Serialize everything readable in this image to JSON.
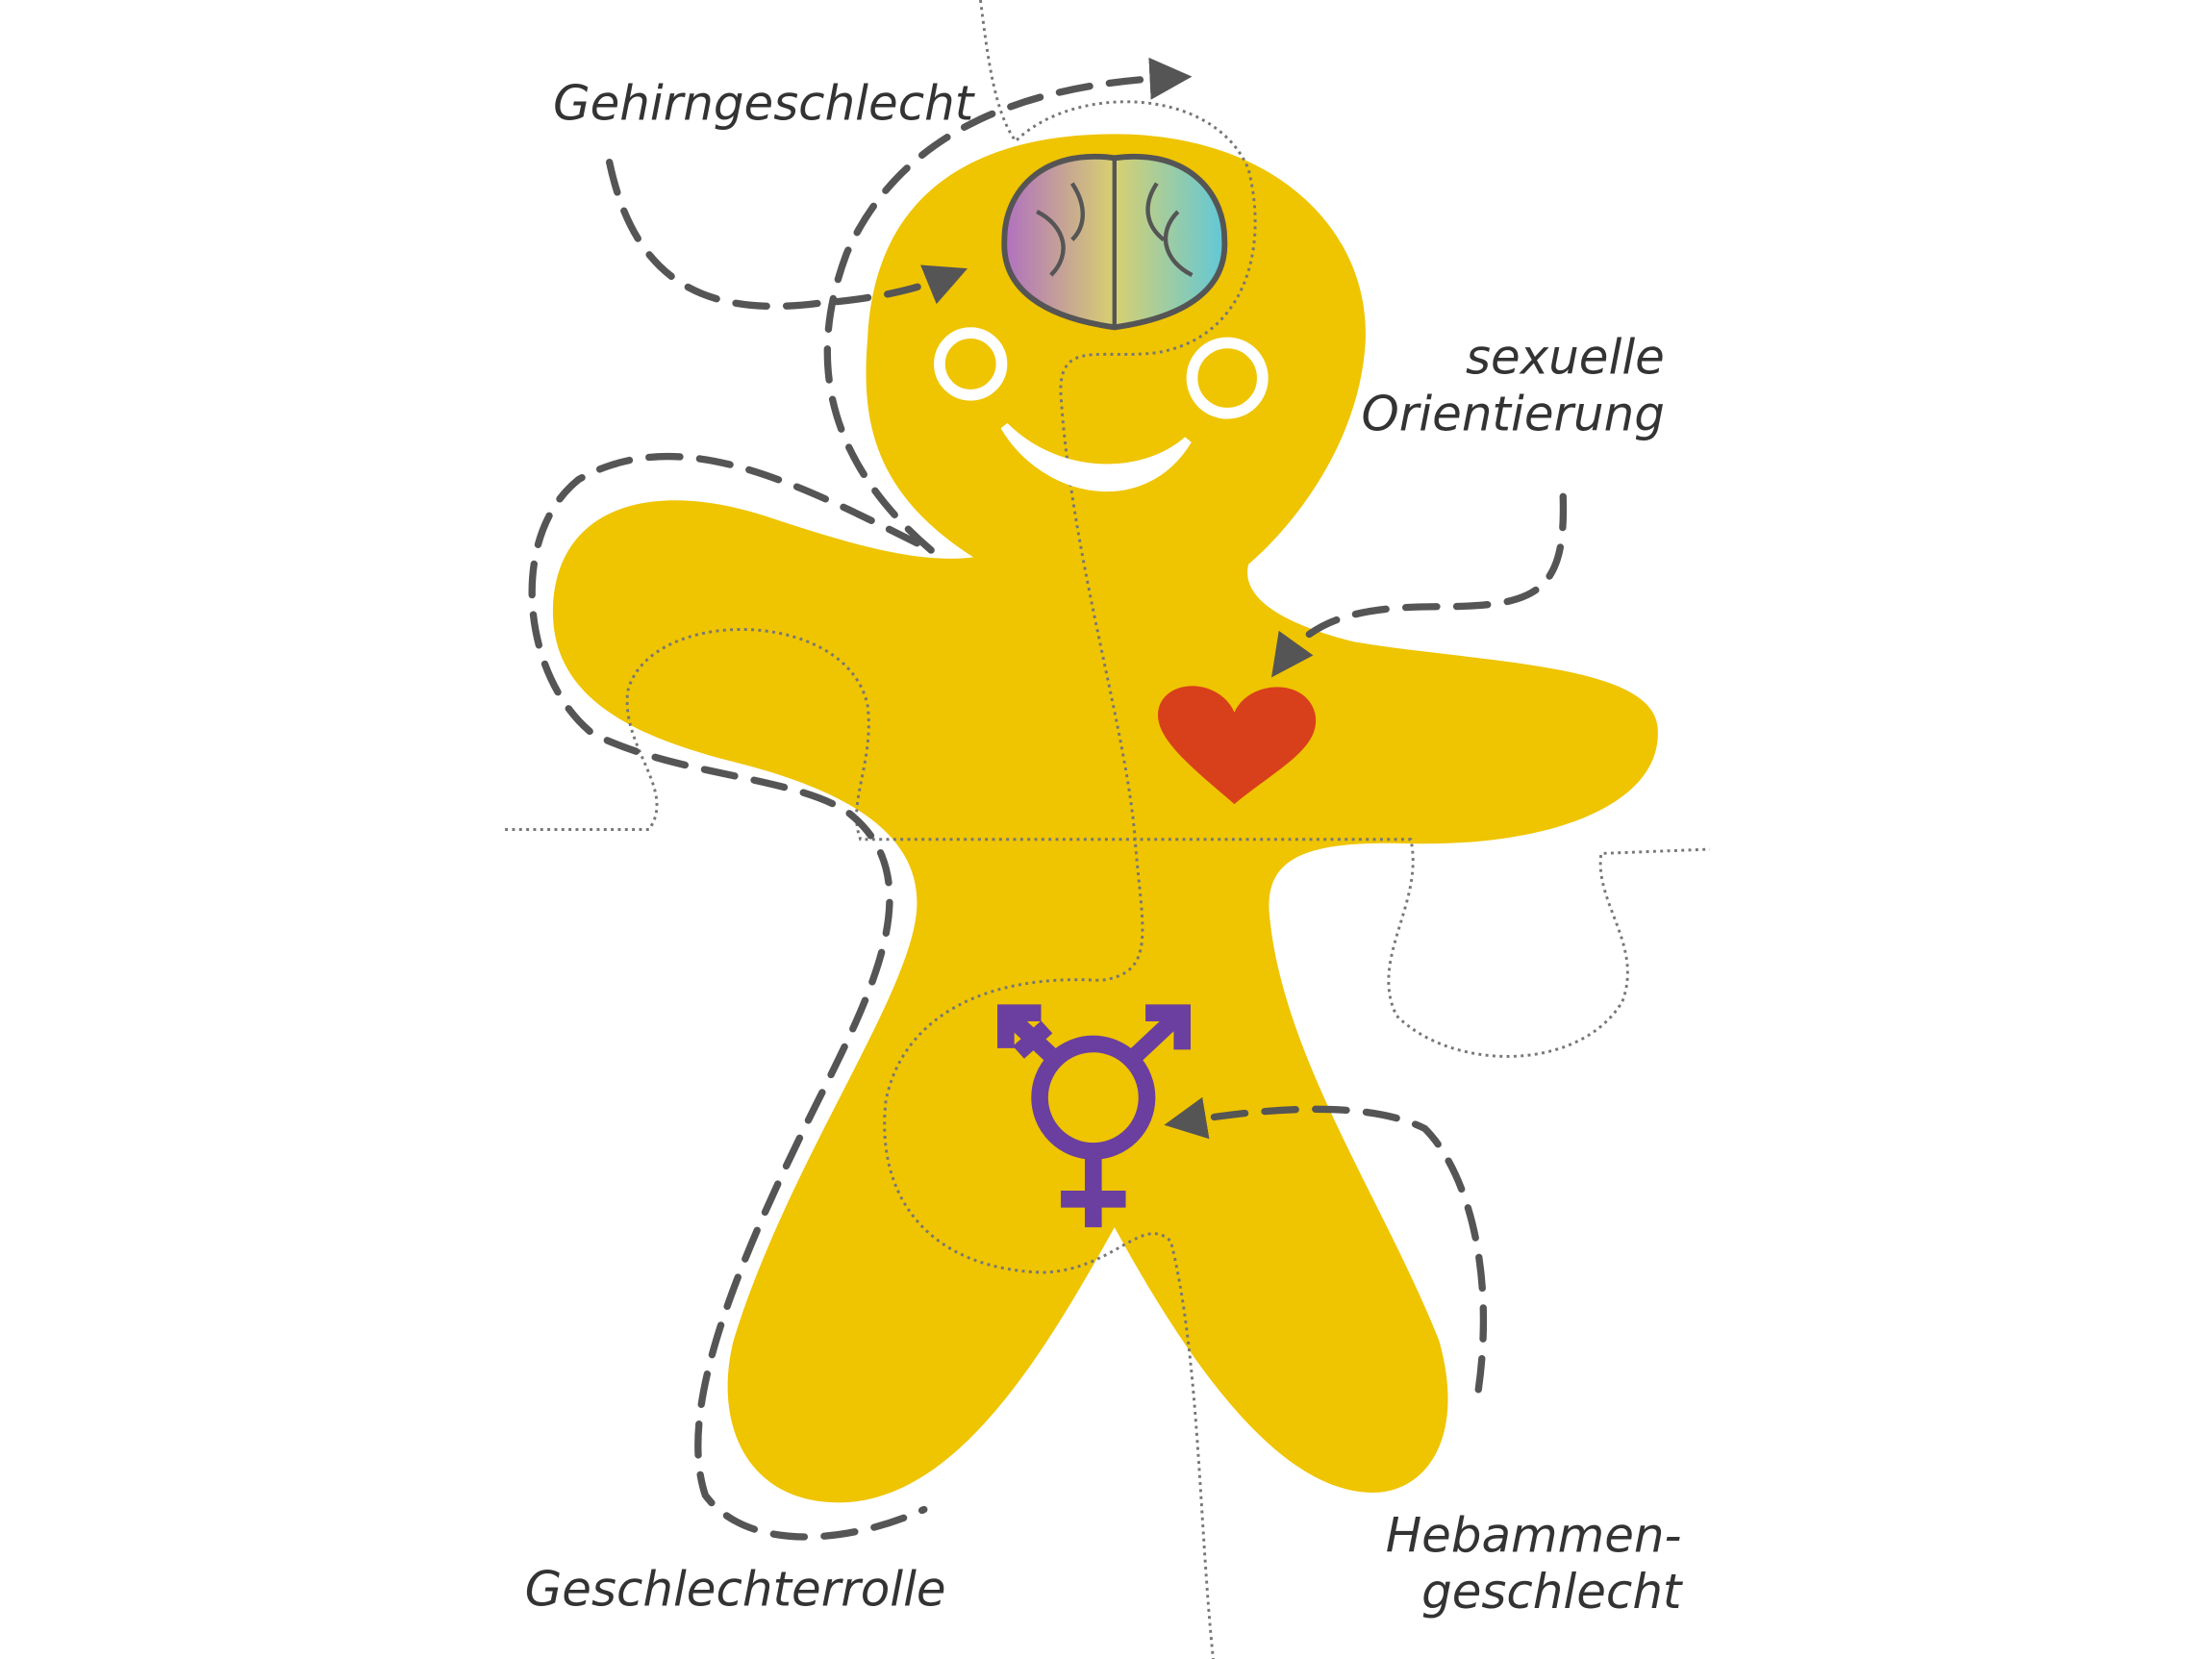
{
  "labels": {
    "brain": "Gehirngeschlecht",
    "orientation_line1": "sexuelle",
    "orientation_line2": "Orientierung",
    "role": "Geschlechterrolle",
    "midwife_line1": "Hebammen-",
    "midwife_line2": "geschlecht"
  },
  "colors": {
    "body": "#efc400",
    "heart": "#d8401c",
    "symbol": "#6a3fa0",
    "arrow": "#555555"
  }
}
